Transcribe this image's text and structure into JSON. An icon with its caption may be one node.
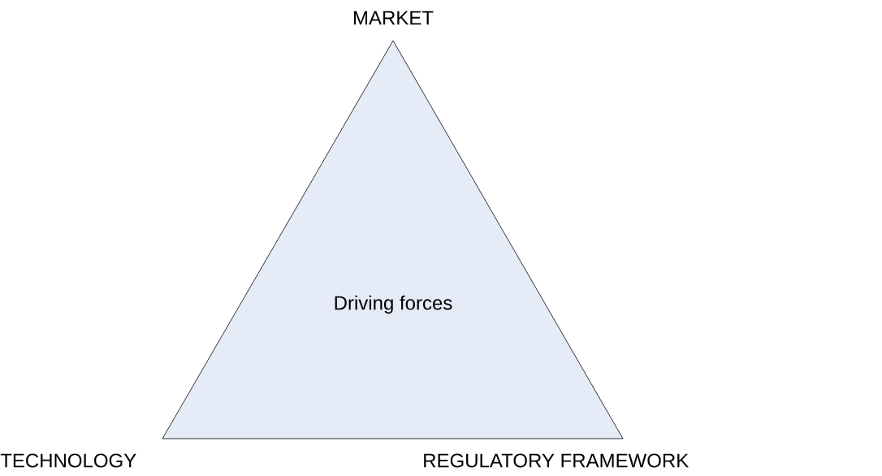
{
  "diagram": {
    "nodes": [
      {
        "text": [
          "Driving forces"
        ]
      }
    ],
    "labels": [
      "MARKET",
      "TECHNOLOGY",
      "REGULATORY FRAMEWORK"
    ]
  }
}
